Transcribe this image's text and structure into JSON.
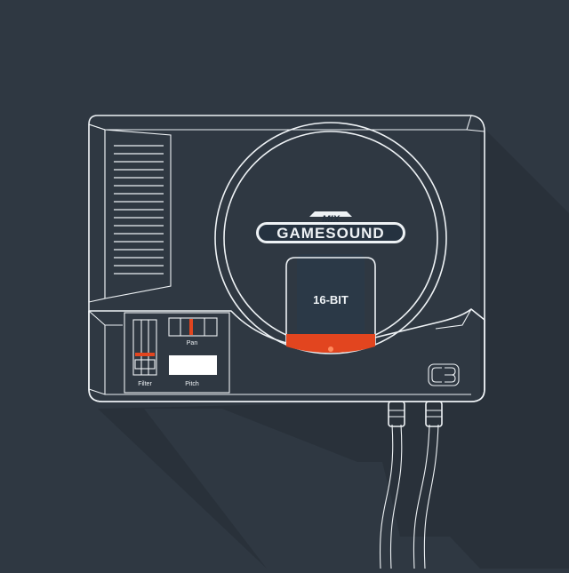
{
  "colors": {
    "background": "#2f3842",
    "shadow": "#29313a",
    "console_body": "#253240",
    "console_dark": "#1d2833",
    "cartridge_slot": "#2b3947",
    "line": "#eef2f5",
    "accent_red": "#e2451f"
  },
  "logo": {
    "small_text": "MIX",
    "main_text": "GAMESOUND"
  },
  "cartridge": {
    "label": "16-BIT"
  },
  "controls": {
    "pan_label": "Pan",
    "filter_label": "Filter",
    "pitch_label": "Pitch"
  },
  "icons": {
    "badge": "cb-monogram-icon"
  }
}
